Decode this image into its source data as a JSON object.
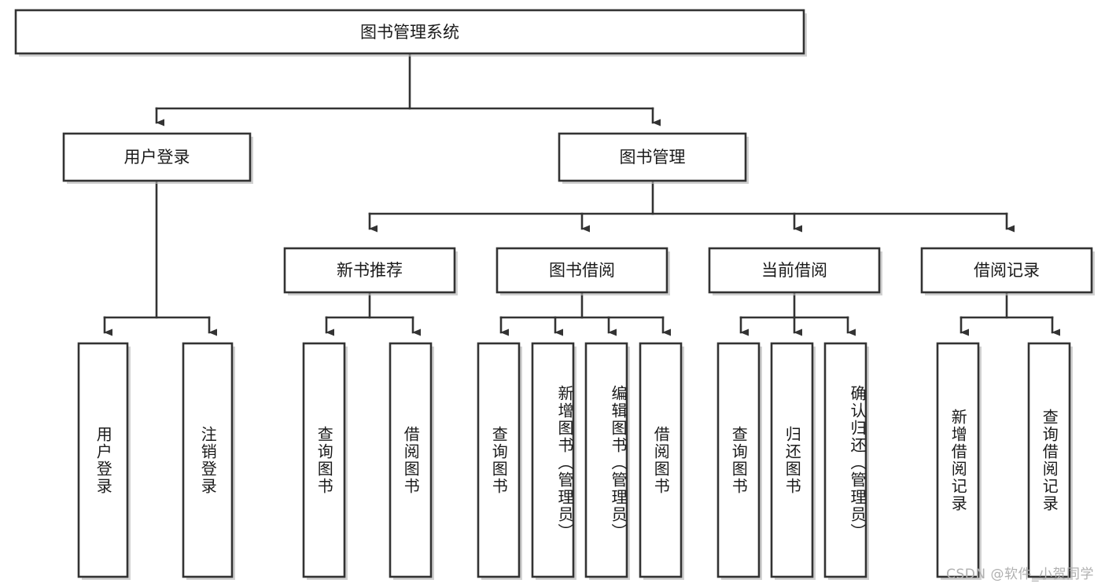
{
  "diagram": {
    "title": "图书管理系统",
    "type": "hierarchy-tree",
    "root": {
      "label": "图书管理系统"
    },
    "level2": [
      {
        "label": "用户登录"
      },
      {
        "label": "图书管理"
      }
    ],
    "level3": [
      {
        "label": "新书推荐"
      },
      {
        "label": "图书借阅"
      },
      {
        "label": "当前借阅"
      },
      {
        "label": "借阅记录"
      }
    ],
    "leaves": {
      "user_login": [
        {
          "label": "用户登录"
        },
        {
          "label": "注销登录"
        }
      ],
      "new_book": [
        {
          "label": "查询图书"
        },
        {
          "label": "借阅图书"
        }
      ],
      "book_borrow": [
        {
          "label": "查询图书"
        },
        {
          "label": "新增图书（管理员）"
        },
        {
          "label": "编辑图书（管理员）"
        },
        {
          "label": "借阅图书"
        }
      ],
      "current_borrow": [
        {
          "label": "查询图书"
        },
        {
          "label": "归还图书"
        },
        {
          "label": "确认归还（管理员）"
        }
      ],
      "borrow_record": [
        {
          "label": "新增借阅记录"
        },
        {
          "label": "查询借阅记录"
        }
      ]
    }
  },
  "watermark": {
    "text": "CSDN @软件_小贺同学"
  },
  "colors": {
    "stroke": "#333333",
    "fill": "#ffffff",
    "text": "#1a1a1a",
    "watermark": "#b0b0b0"
  }
}
